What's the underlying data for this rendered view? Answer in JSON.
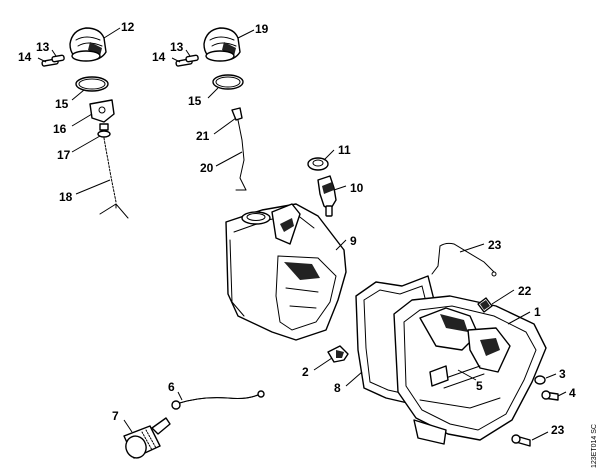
{
  "callouts": {
    "c1": "1",
    "c2": "2",
    "c3": "3",
    "c4": "4",
    "c5": "5",
    "c6": "6",
    "c7": "7",
    "c8": "8",
    "c9": "9",
    "c10": "10",
    "c11": "11",
    "c12": "12",
    "c13a": "13",
    "c13b": "13",
    "c14a": "14",
    "c14b": "14",
    "c15a": "15",
    "c15b": "15",
    "c16": "16",
    "c17": "17",
    "c18": "18",
    "c19": "19",
    "c20": "20",
    "c21": "21",
    "c22": "22",
    "c23a": "23",
    "c23b": "23"
  },
  "drawing_code": "123ET014 SC"
}
